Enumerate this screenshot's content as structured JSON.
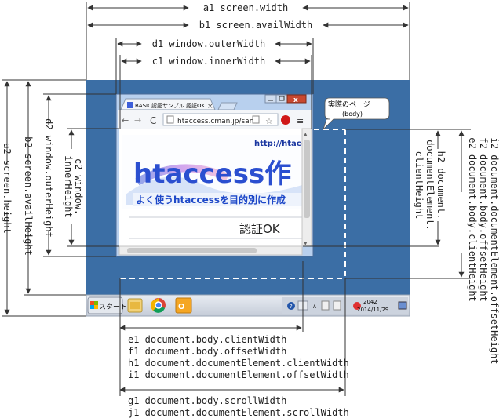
{
  "labels": {
    "a1": "a1 screen.width",
    "b1": "b1 screen.availWidth",
    "d1": "d1 window.outerWidth",
    "c1": "c1 window.innerWidth",
    "a2": "a2 screen.height",
    "b2": "b2 screen.availHeight",
    "d2": "d2 window.outerHeight",
    "c2_1": "c2 window.",
    "c2_2": "innerHeight",
    "h2_1": "h2 document.",
    "h2_2": "documentElement.",
    "h2_3": "clientHeight",
    "i2": "i2 document.documentElement.offsetHeight",
    "f2": "f2 document.body.offsetHeight",
    "e2": "e2 document.body.clientHeight",
    "e1": "e1 document.body.clientWidth",
    "f1": "f1 document.body.offsetWidth",
    "h1": "h1 document.documentElement.clientWidth",
    "i1": "i1 document.documentElement.offsetWidth",
    "g1": "g1 document.body.scrollWidth",
    "j1": "j1 document.documentElement.scrollWidth"
  },
  "callout": {
    "line1": "実際のページ",
    "line2": "(body)"
  },
  "browser": {
    "tab_title": "BASIC認証サンプル 認証OK",
    "url": "htaccess.cman.jp/sam",
    "site_url": "http://htacc",
    "banner": "htaccess作",
    "subtitle": "よく使うhtaccessを目的別に作成",
    "auth_text": "認証OK"
  },
  "taskbar": {
    "start": "スタート",
    "time": "2042",
    "date": "2014/11/29"
  },
  "colors": {
    "desktop": "#3B6EA5",
    "window_frame": "#B8D0EE",
    "taskbar": "#D6DCE6"
  }
}
